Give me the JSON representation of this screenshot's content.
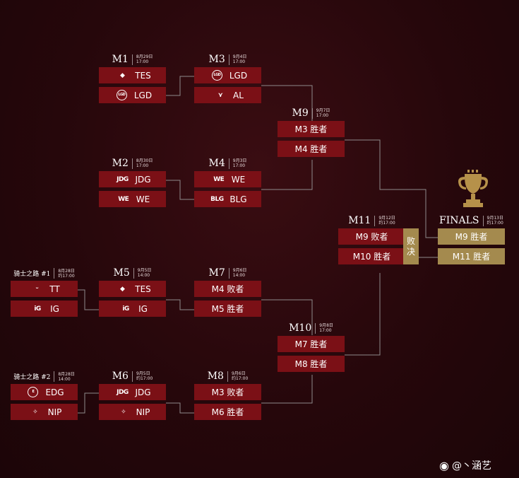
{
  "matches": {
    "m1": {
      "label": "M1",
      "time": [
        "8月29日",
        "17:00"
      ],
      "teams": [
        "TES",
        "LGD"
      ]
    },
    "m2": {
      "label": "M2",
      "time": [
        "8月30日",
        "17:00"
      ],
      "teams": [
        "JDG",
        "WE"
      ]
    },
    "m3": {
      "label": "M3",
      "time": [
        "9月4日",
        "17:00"
      ],
      "teams": [
        "LGD",
        "AL"
      ]
    },
    "m4": {
      "label": "M4",
      "time": [
        "9月3日",
        "17:00"
      ],
      "teams": [
        "WE",
        "BLG"
      ]
    },
    "k1": {
      "label": "骑士之路 #1",
      "time": [
        "8月28日",
        "约17:00"
      ],
      "teams": [
        "TT",
        "IG"
      ]
    },
    "k2": {
      "label": "骑士之路 #2",
      "time": [
        "8月28日",
        "14:00"
      ],
      "teams": [
        "EDG",
        "NIP"
      ]
    },
    "m5": {
      "label": "M5",
      "time": [
        "9月5日",
        "14:00"
      ],
      "teams": [
        "TES",
        "IG"
      ]
    },
    "m6": {
      "label": "M6",
      "time": [
        "9月5日",
        "约17:00"
      ],
      "teams": [
        "JDG",
        "NIP"
      ]
    },
    "m7": {
      "label": "M7",
      "time": [
        "9月6日",
        "14:00"
      ],
      "teams": [
        "M4 败者",
        "M5 胜者"
      ]
    },
    "m8": {
      "label": "M8",
      "time": [
        "9月6日",
        "约17:00"
      ],
      "teams": [
        "M3 败者",
        "M6 胜者"
      ]
    },
    "m9": {
      "label": "M9",
      "time": [
        "9月7日",
        "17:00"
      ],
      "teams": [
        "M3 胜者",
        "M4 胜者"
      ]
    },
    "m10": {
      "label": "M10",
      "time": [
        "9月8日",
        "17:00"
      ],
      "teams": [
        "M7 胜者",
        "M8 胜者"
      ]
    },
    "m11": {
      "label": "M11",
      "time": [
        "9月12日",
        "约17:00"
      ],
      "teams": [
        "M9 败者",
        "M10 胜者"
      ]
    },
    "finals": {
      "label": "FINALS",
      "time": [
        "9月13日",
        "约17:00"
      ],
      "teams": [
        "M9 胜者",
        "M11 胜者"
      ]
    }
  },
  "loser_tag": [
    "败",
    "决"
  ],
  "logos": {
    "TES": "TES-logo-icon",
    "LGD": "LGD-logo-icon",
    "AL": "AL-logo-icon",
    "JDG": "JDG-logo-icon",
    "WE": "WE-logo-icon",
    "BLG": "BLG-logo-icon",
    "TT": "TT-logo-icon",
    "IG": "IG-logo-icon",
    "EDG": "EDG-logo-icon",
    "NIP": "NIP-logo-icon"
  },
  "watermark": "@丶涵艺",
  "colors": {
    "background": "#26070b",
    "slot": "#7b1016",
    "gold": "#a48a4e",
    "line": "#8e8a8b"
  }
}
